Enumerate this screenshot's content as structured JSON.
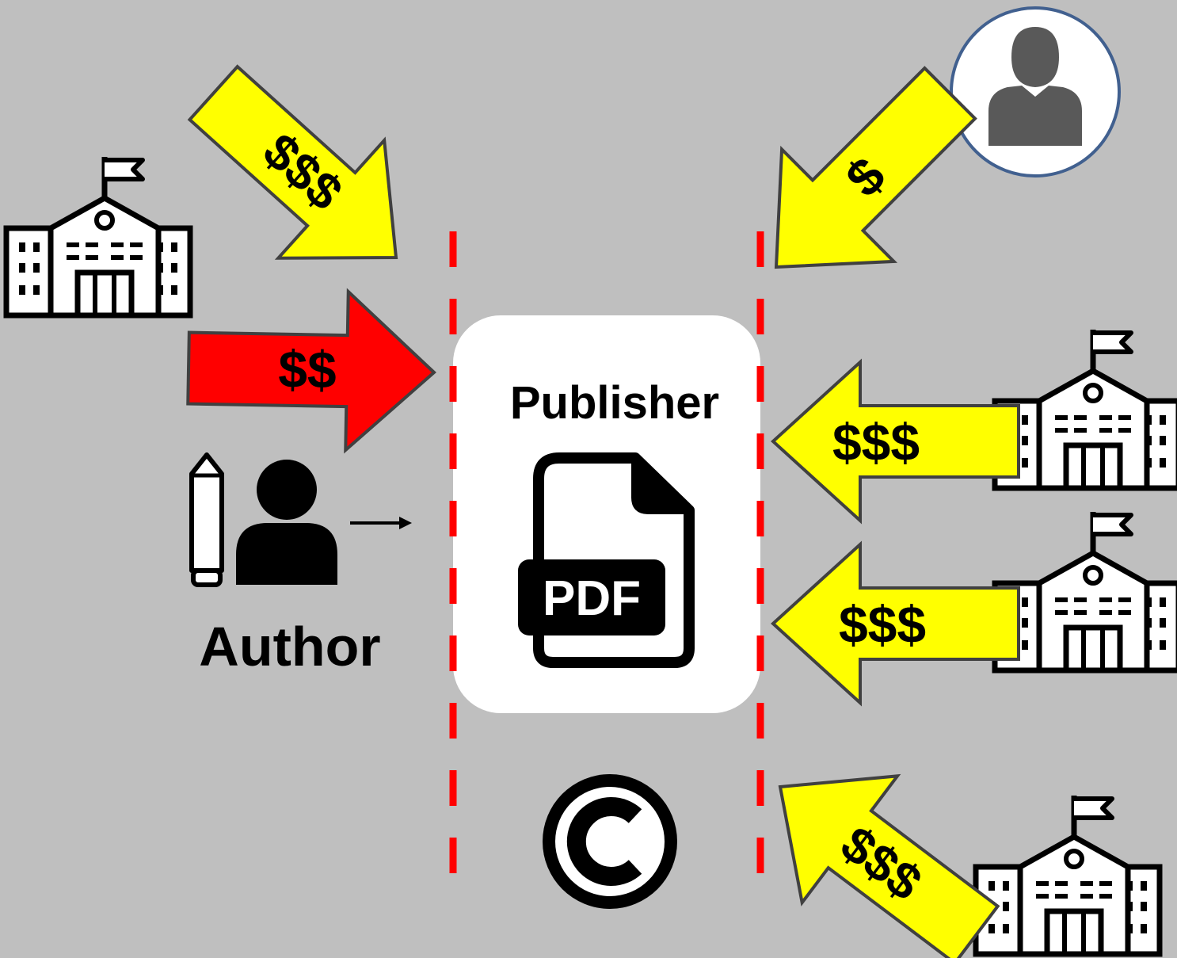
{
  "colors": {
    "background": "#bfbfbf",
    "payment_arrow": "#ffff00",
    "author_payment_arrow": "#ff0000",
    "boundary_line": "#ff0000",
    "publisher_box": "#ffffff",
    "reader_avatar_ring": "#41608f",
    "reader_avatar_figure": "#595959"
  },
  "publisher": {
    "label": "Publisher",
    "document_badge": "PDF",
    "icons": [
      "pdf-file-icon",
      "copyright-icon"
    ]
  },
  "author": {
    "label": "Author",
    "icons": [
      "pencil-icon",
      "person-icon",
      "arrow-right-icon"
    ]
  },
  "payments": [
    {
      "from": "institution",
      "label": "$$$",
      "color": "yellow"
    },
    {
      "from": "author",
      "label": "$$",
      "color": "red"
    },
    {
      "from": "reader",
      "label": "$",
      "color": "yellow"
    },
    {
      "from": "institution",
      "label": "$$$",
      "color": "yellow"
    },
    {
      "from": "institution",
      "label": "$$$",
      "color": "yellow"
    },
    {
      "from": "institution",
      "label": "$$$",
      "color": "yellow"
    }
  ],
  "icons": {
    "institution": "school-building-icon",
    "reader": "user-avatar-icon"
  }
}
